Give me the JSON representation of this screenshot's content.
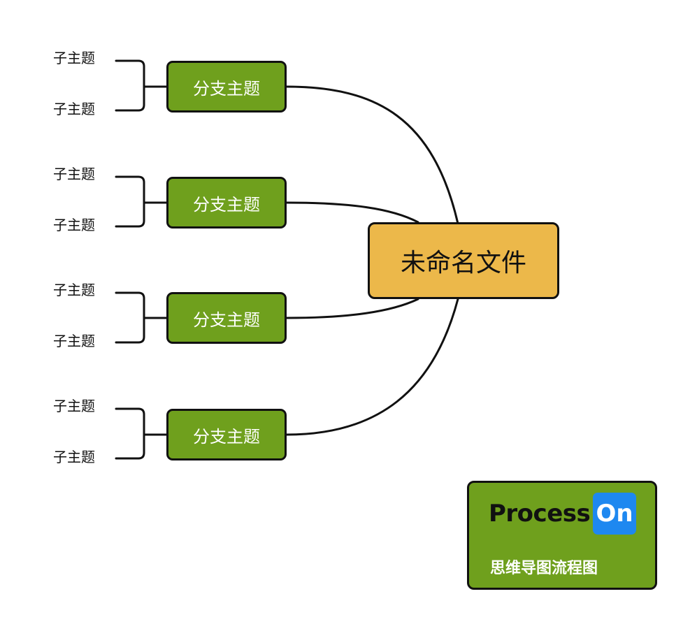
{
  "central_topic": "未命名文件",
  "branches": [
    {
      "label": "分支主题",
      "subtopics": [
        "子主题",
        "子主题"
      ]
    },
    {
      "label": "分支主题",
      "subtopics": [
        "子主题",
        "子主题"
      ]
    },
    {
      "label": "分支主题",
      "subtopics": [
        "子主题",
        "子主题"
      ]
    },
    {
      "label": "分支主题",
      "subtopics": [
        "子主题",
        "子主题"
      ]
    }
  ],
  "watermark": {
    "brand_word": "Process",
    "brand_badge": "On",
    "tagline": "思维导图流程图"
  },
  "colors": {
    "central_fill": "#ecb84a",
    "branch_fill": "#6fa01d",
    "watermark_fill": "#6fa01d",
    "badge_fill": "#1e88f0",
    "line": "#111111"
  }
}
